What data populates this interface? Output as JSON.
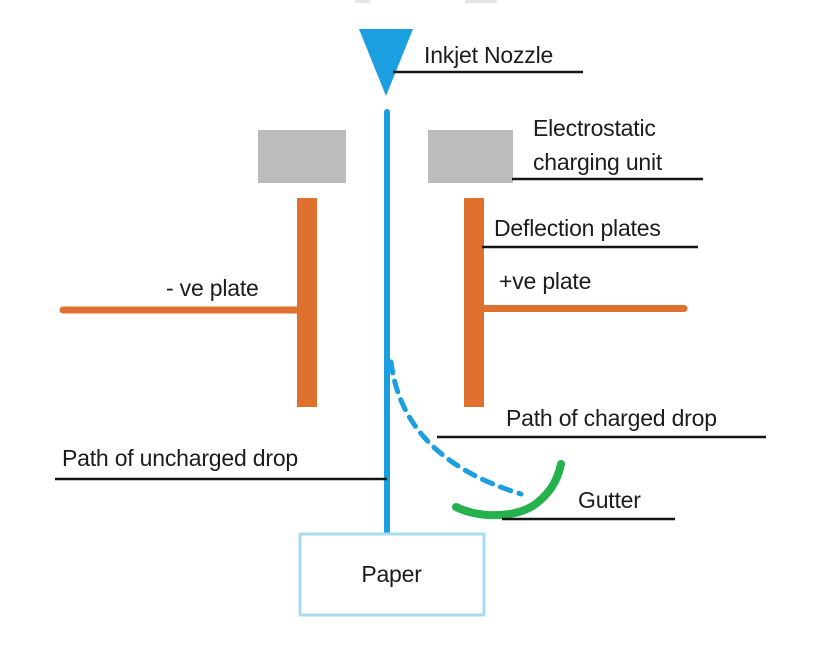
{
  "diagram": {
    "title_hint": "Continuous inkjet printing mechanism diagram",
    "labels": {
      "inkjet_nozzle": "Inkjet Nozzle",
      "electrostatic_line1": "Electrostatic",
      "electrostatic_line2": "charging unit",
      "deflection_plates": "Deflection plates",
      "positive_plate": "+ve plate",
      "negative_plate": "- ve plate",
      "path_charged": "Path of charged drop",
      "path_uncharged": "Path of uncharged drop",
      "gutter": "Gutter",
      "paper": "Paper"
    },
    "colors": {
      "ink_blue": "#1b9fe0",
      "plate_orange": "#e0702d",
      "charging_unit_gray": "#bcbcbc",
      "gutter_green": "#25b14b",
      "paper_border_blue": "#a6dcee",
      "underline_black": "#141414",
      "label_text": "#1c1c1c",
      "remnant_gray": "#e6e6ea"
    }
  }
}
